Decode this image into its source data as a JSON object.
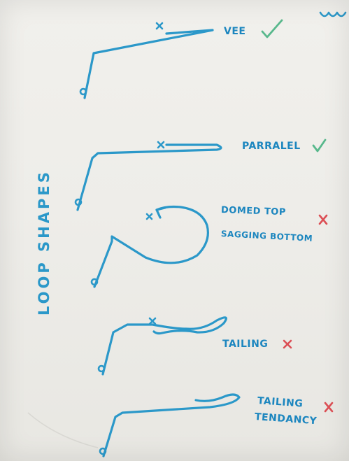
{
  "title_vertical": "LOOP SHAPES",
  "labels": {
    "vee": "VEE",
    "parralel": "PARRALEL",
    "domed_top": "DOMED TOP",
    "sagging_bottom": "SAGGING BOTTOM",
    "tailing": "TAILING",
    "tailing_tendancy_1": "TAILING",
    "tailing_tendancy_2": "TENDANCY"
  },
  "marks": {
    "vee": "check",
    "parralel": "check",
    "domed_top_sagging_bottom": "cross",
    "tailing": "cross",
    "tailing_tendancy": "cross"
  },
  "colors": {
    "ink_blue": "#2b98c9",
    "check_green": "#58b88c",
    "cross_red": "#dc4f55",
    "board": "#efeeea"
  }
}
